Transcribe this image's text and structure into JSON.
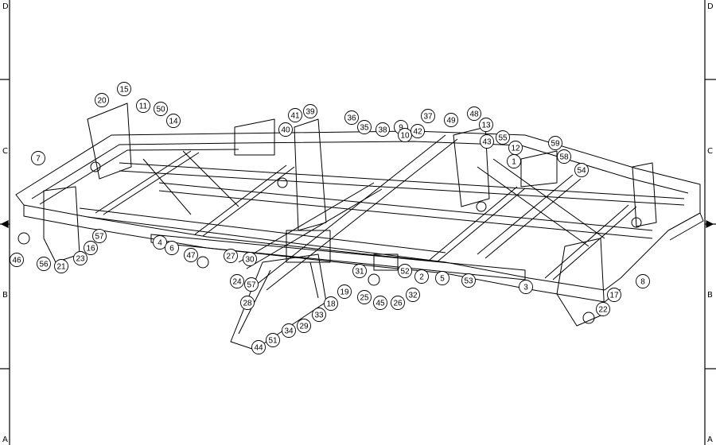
{
  "border": {
    "zones_left": [
      "D",
      "C",
      "B",
      "A"
    ],
    "zones_right": [
      "D",
      "C",
      "B",
      "A"
    ]
  },
  "callouts": [
    "1",
    "2",
    "3",
    "4",
    "5",
    "6",
    "7",
    "8",
    "9",
    "10",
    "11",
    "12",
    "13",
    "14",
    "15",
    "16",
    "17",
    "18",
    "19",
    "20",
    "21",
    "22",
    "23",
    "24",
    "25",
    "26",
    "27",
    "28",
    "29",
    "30",
    "31",
    "32",
    "33",
    "34",
    "35",
    "36",
    "37",
    "38",
    "39",
    "40",
    "41",
    "42",
    "43",
    "44",
    "45",
    "46",
    "47",
    "48",
    "49",
    "50",
    "51",
    "52",
    "53",
    "54",
    "55",
    "56",
    "57",
    "57",
    "58",
    "59"
  ]
}
